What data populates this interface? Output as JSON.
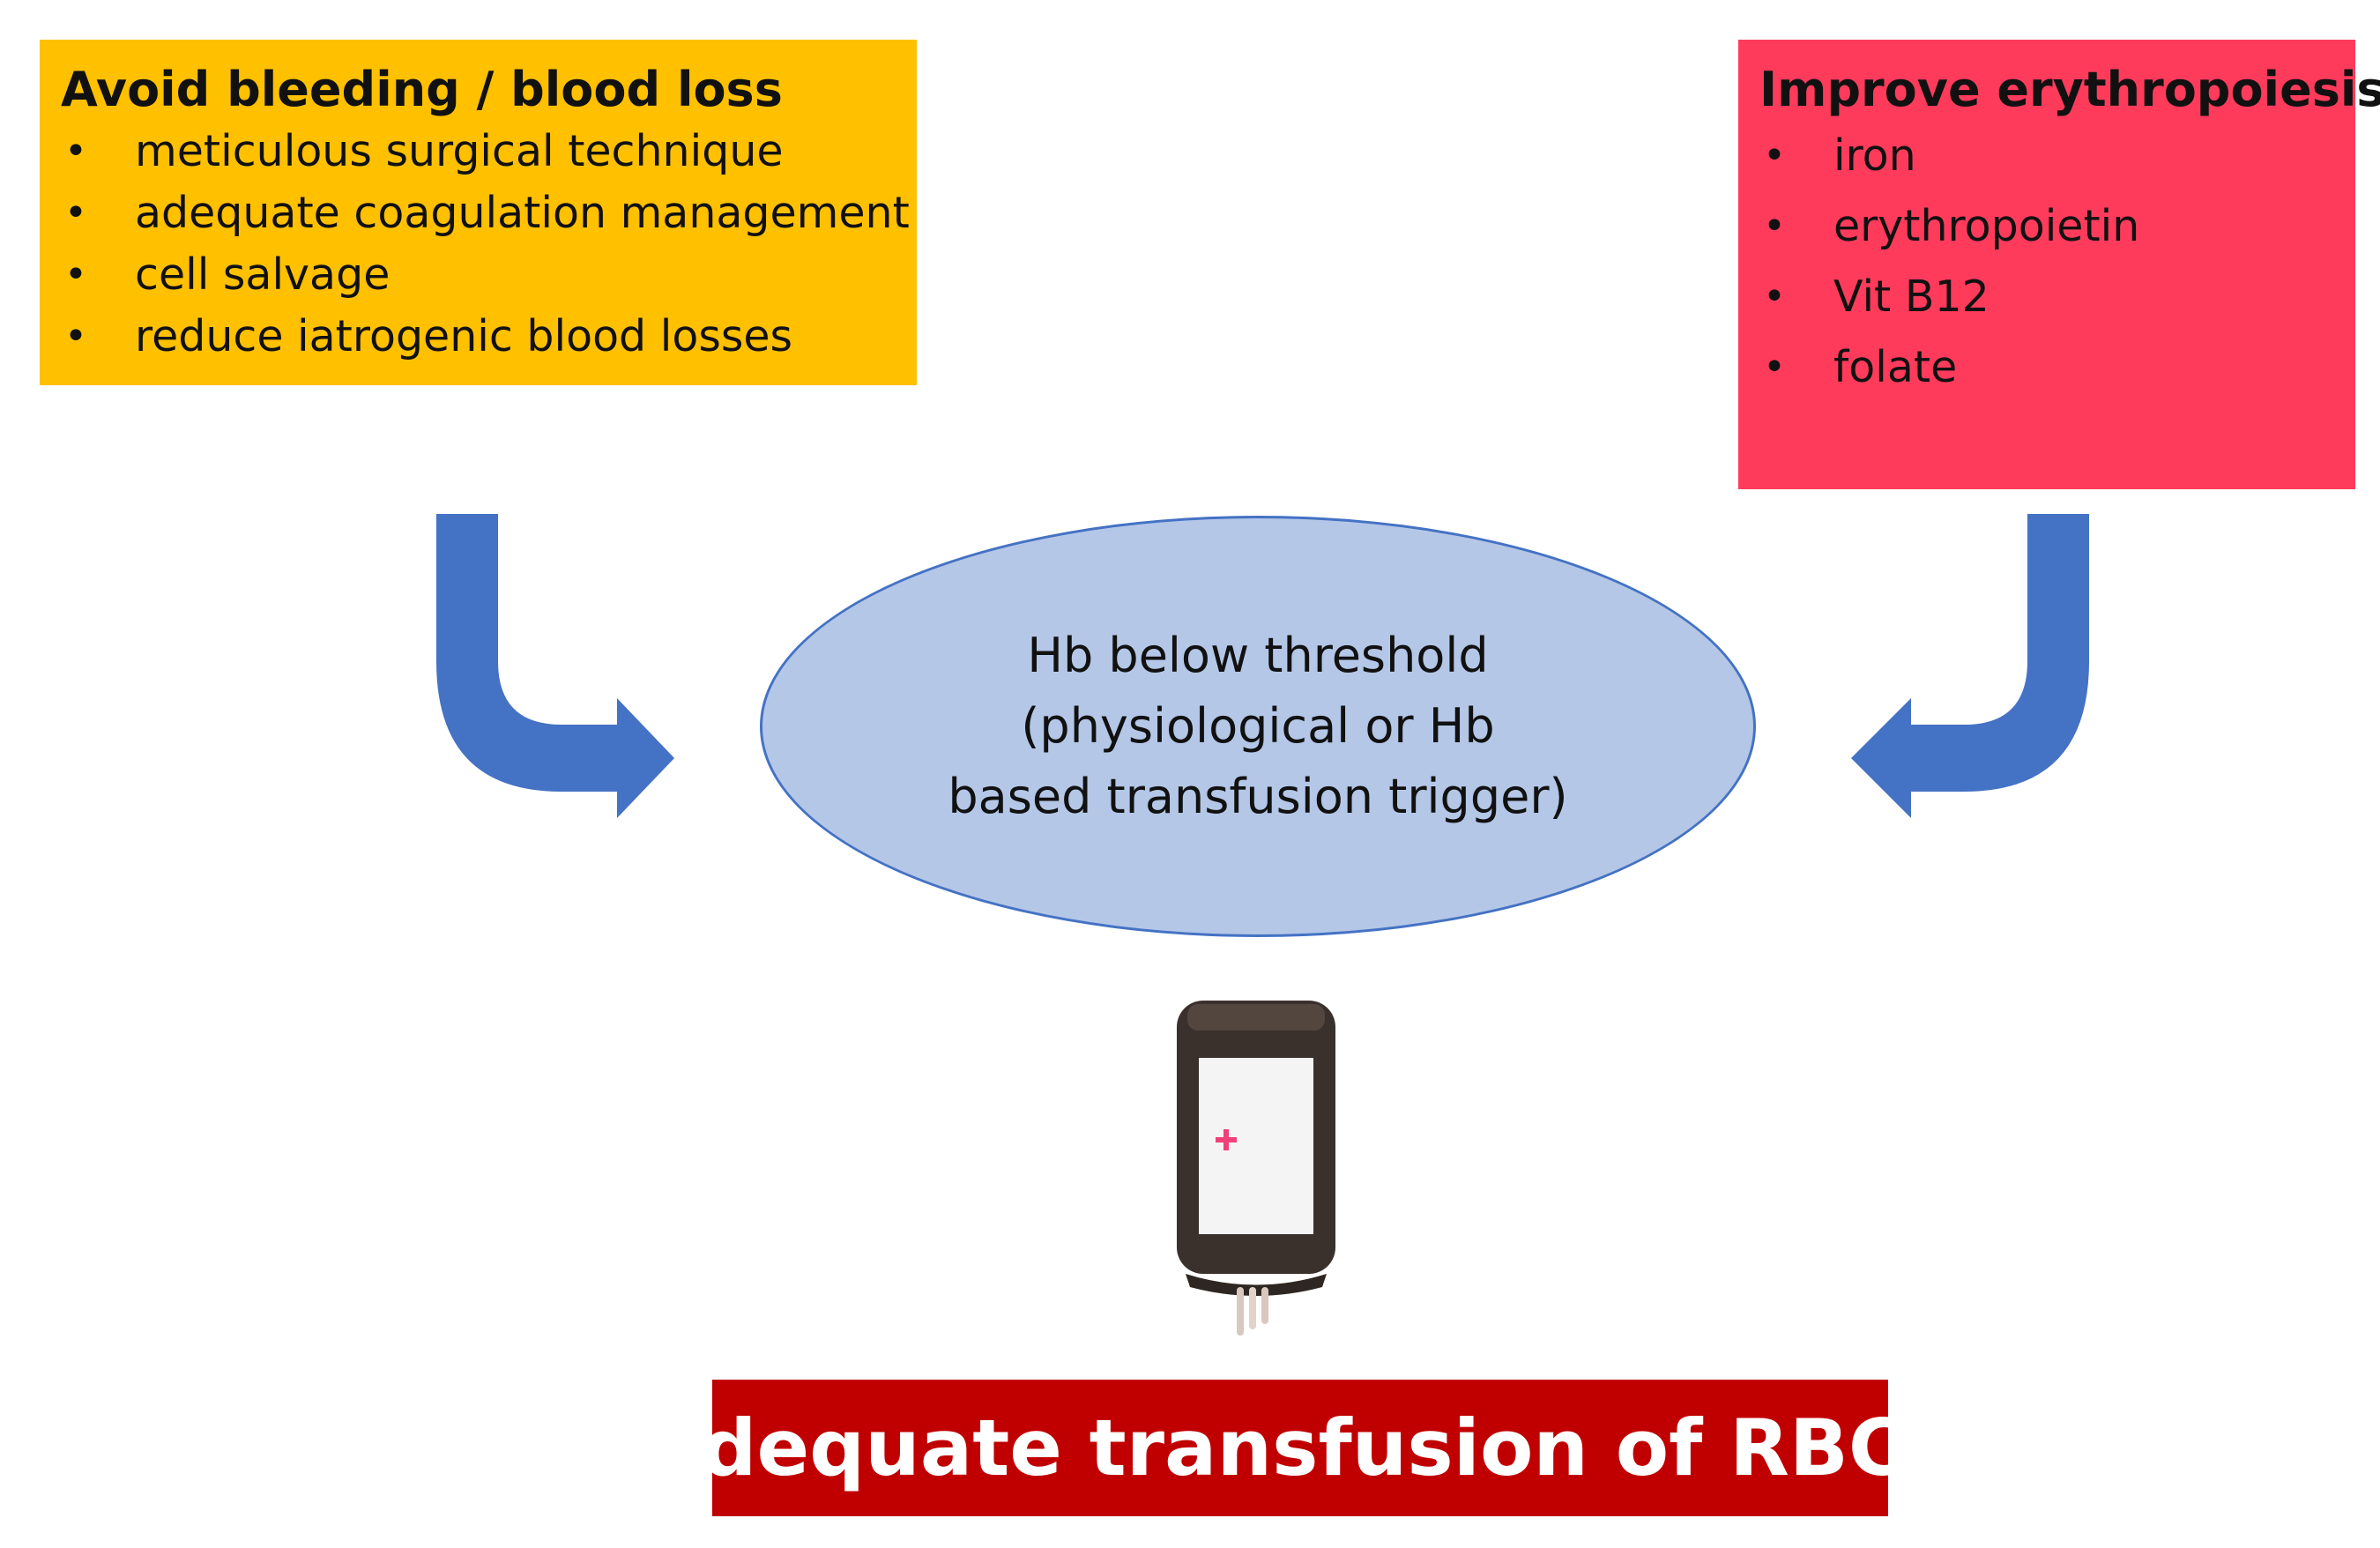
{
  "left_box": {
    "title": "Avoid bleeding / blood loss",
    "color": "#FFC000",
    "items": [
      "meticulous surgical technique",
      "adequate coagulation management",
      "cell salvage",
      "reduce iatrogenic blood losses"
    ]
  },
  "right_box": {
    "title": "Improve erythropoiesis",
    "color": "#FF3B5C",
    "items": [
      "iron",
      "erythropoietin",
      "Vit B12",
      "folate"
    ]
  },
  "center": {
    "lines": [
      "Hb below threshold",
      "(physiological or Hb",
      "based transfusion trigger)"
    ],
    "fill_color": "#B4C7E7"
  },
  "bullet_glyph": "•",
  "arrow_color": "#4472C4",
  "icons": [
    "blood-bag-icon",
    "curved-arrow-right-icon",
    "curved-arrow-left-icon"
  ],
  "result": {
    "label": "adequate transfusion of RBCs",
    "color": "#C00000"
  }
}
